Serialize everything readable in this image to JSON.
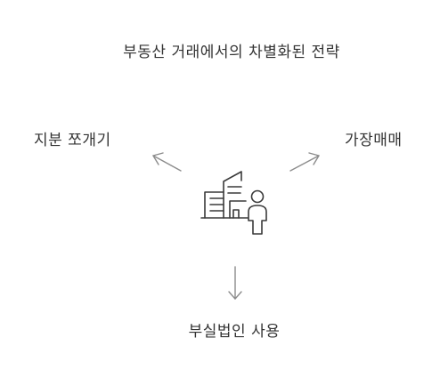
{
  "title": "부동산 거래에서의 차별화된 전략",
  "nodes": {
    "left": "지분 쪼개기",
    "right": "가장매매",
    "bottom": "부실법인 사용"
  },
  "colors": {
    "text": "#333333",
    "arrow": "#8c8c8c",
    "icon": "#3a3a3a"
  },
  "center_icon": "building-person-icon"
}
